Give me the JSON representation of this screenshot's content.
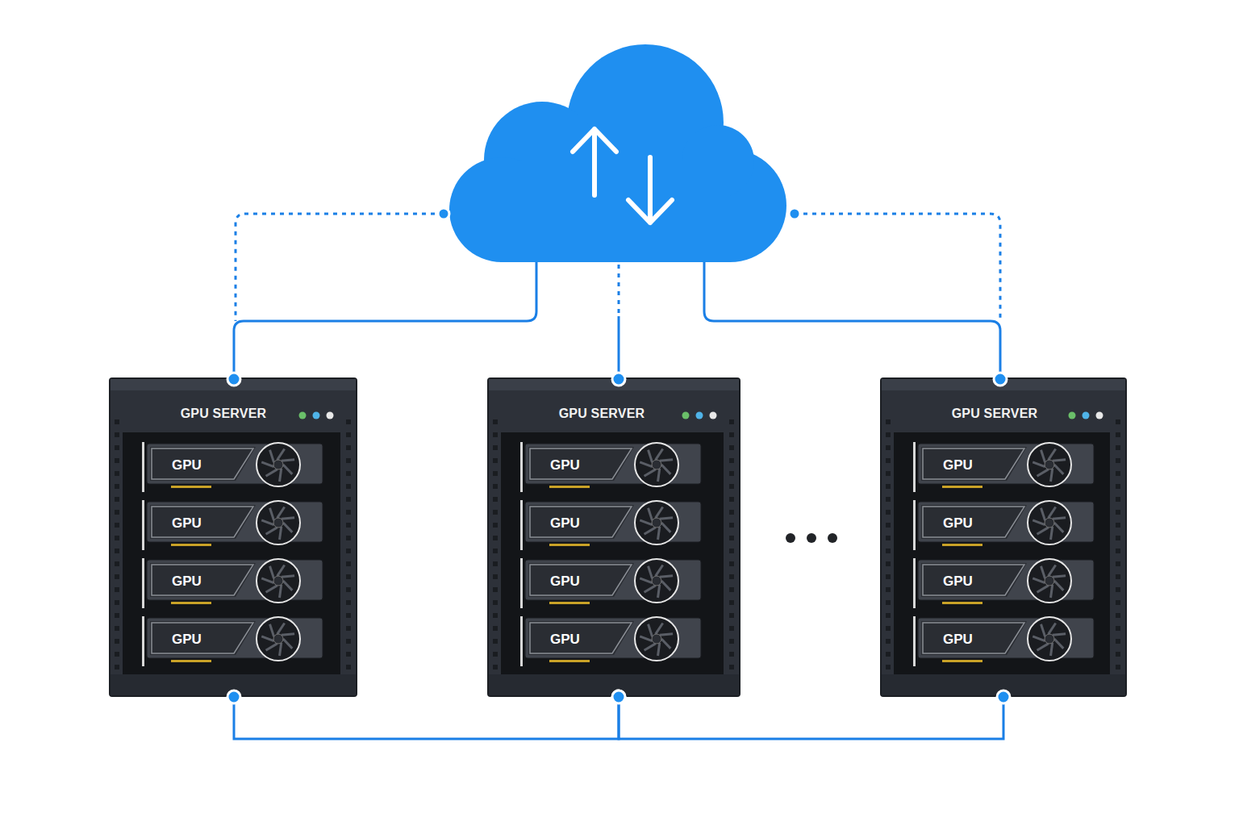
{
  "diagram": {
    "nodes": [
      {
        "text": [
          "GPU SERVER"
        ]
      },
      {
        "text": [
          "GPU"
        ],
        "in": 0
      },
      {
        "text": [
          "GPU"
        ],
        "in": 0
      },
      {
        "text": [
          "GPU"
        ],
        "in": 0
      },
      {
        "text": [
          "GPU"
        ],
        "in": 0
      },
      {
        "text": [
          "GPU SERVER"
        ]
      },
      {
        "text": [
          "GPU"
        ],
        "in": 5
      },
      {
        "text": [
          "GPU"
        ],
        "in": 5
      },
      {
        "text": [
          "GPU"
        ],
        "in": 5
      },
      {
        "text": [
          "GPU"
        ],
        "in": 5
      },
      {
        "text": [
          "GPU SERVER"
        ]
      },
      {
        "text": [
          "GPU"
        ],
        "in": 10
      },
      {
        "text": [
          "GPU"
        ],
        "in": 10
      },
      {
        "text": [
          "GPU"
        ],
        "in": 10
      },
      {
        "text": [
          "GPU"
        ],
        "in": 10
      }
    ],
    "edges": [
      {
        "from": 0,
        "to": 5,
        "arrow": "none"
      },
      {
        "from": 5,
        "to": 10,
        "arrow": "none"
      }
    ]
  }
}
